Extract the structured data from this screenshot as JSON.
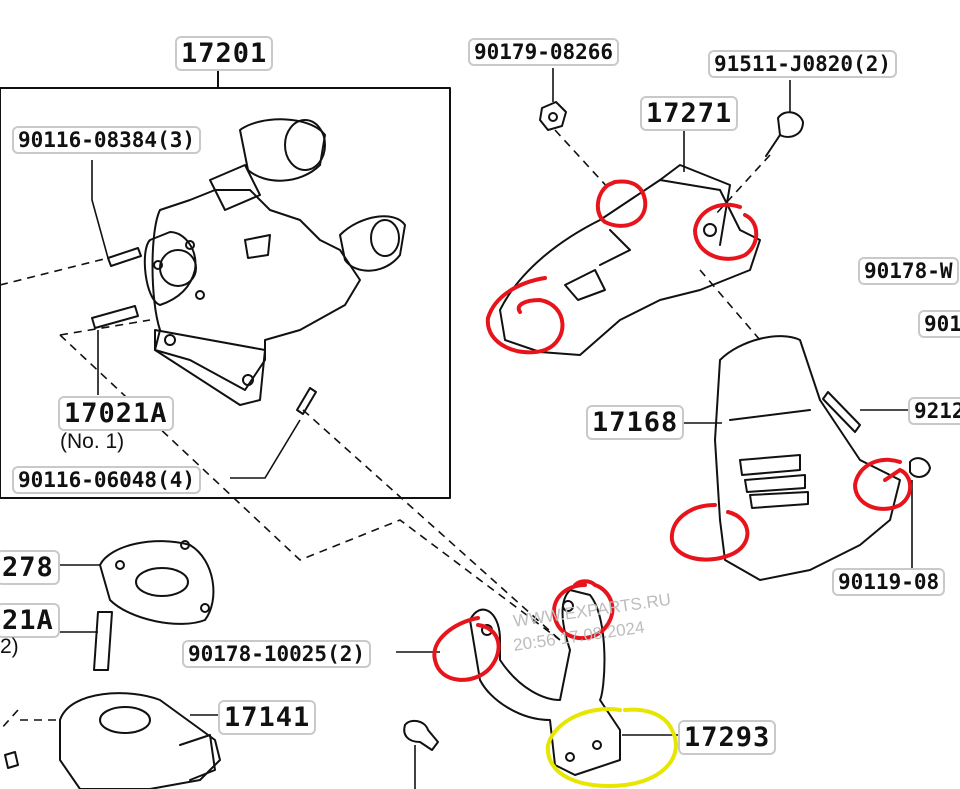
{
  "labels": {
    "turbo_assembly": "17201",
    "stud_turbo": "90116-08384(3)",
    "gasket_17021a": "17021A",
    "gasket_no": "(No. 1)",
    "stud_bottom": "90116-06048(4)",
    "nut_top": "90179-08266",
    "bolt_top": "91511-J0820(2)",
    "insulator_17271": "17271",
    "partial_90178": "90178-W",
    "partial_901": "901",
    "insulator_17168": "17168",
    "partial_9212": "9212",
    "partial_90119": "90119-08",
    "gasket_278": "278",
    "gasket_21a": "21A",
    "paren_2": "2)",
    "nut_bottom": "90178-10025(2)",
    "pipe_17141": "17141",
    "bracket_17293": "17293"
  },
  "watermark": {
    "line1": "WWW.EXPARTS.RU",
    "line2": "20:56 17.08.2024"
  },
  "annotation_colors": {
    "red_marks": "#e8141c",
    "yellow_mark": "#e6e600"
  }
}
